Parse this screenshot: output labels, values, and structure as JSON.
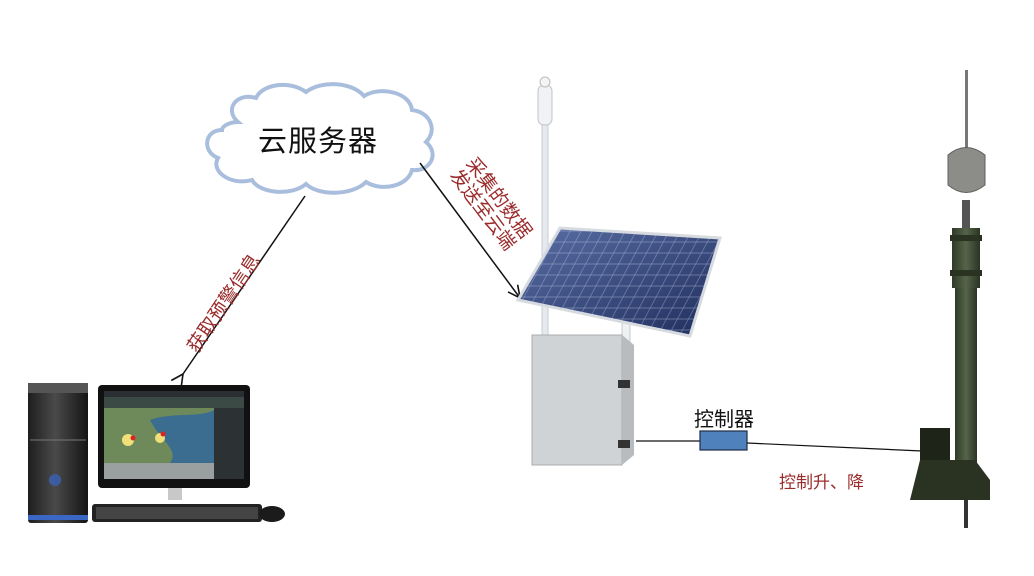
{
  "diagram": {
    "cloud_server": {
      "label": "云服务器",
      "outline_color": "#a9bedd"
    },
    "upload_arrow": {
      "label_line1": "采集的数据",
      "label_line2": "发送至云端"
    },
    "download_arrow": {
      "label": "获取预警信息"
    },
    "controller": {
      "label": "控制器",
      "box_color": "#4f81bd"
    },
    "lift_control": {
      "label": "控制升、降"
    },
    "nodes": {
      "computer": "desktop-computer-with-monitoring-software",
      "field_station": "solar-powered-sensor-station",
      "mast": "telescopic-lifting-mast"
    },
    "colors": {
      "annotation_text": "#9b2b2b",
      "arrow": "#111111"
    }
  }
}
